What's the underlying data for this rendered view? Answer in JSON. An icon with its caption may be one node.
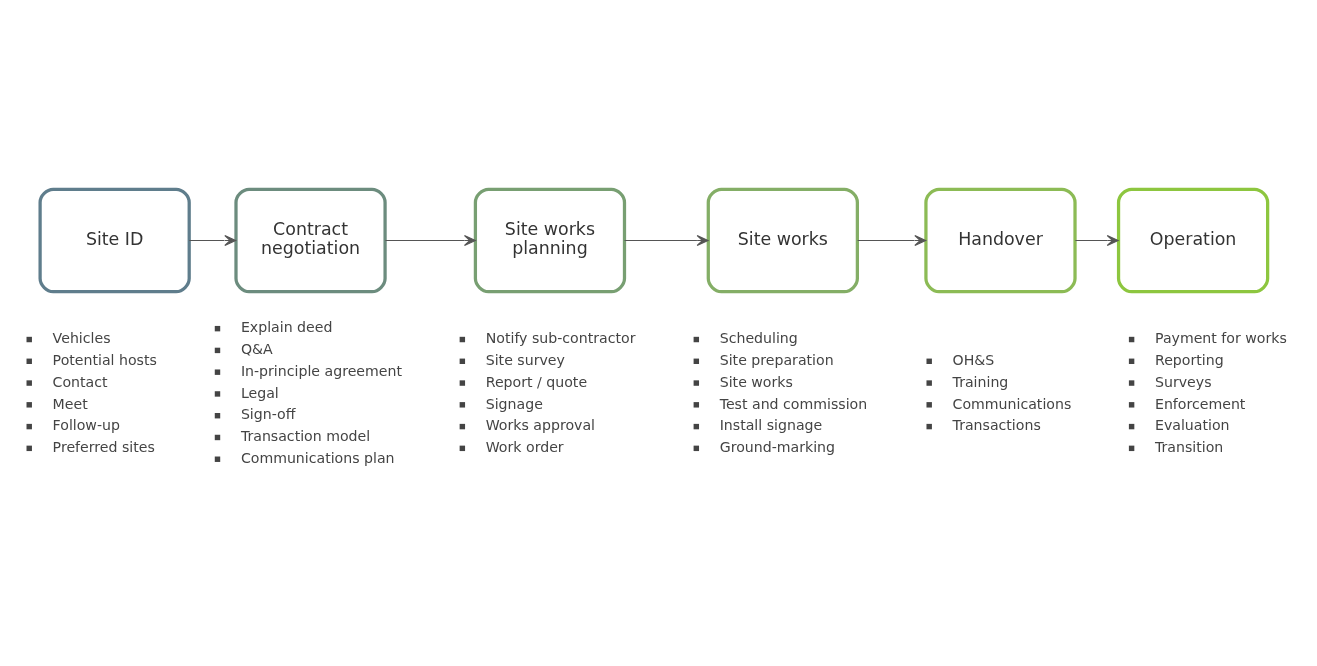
{
  "diagram": {
    "nodes": [
      {
        "text": [
          "Site ID"
        ],
        "beside": [
          "Vehicles",
          "Potential hosts",
          "Contact",
          "Meet",
          "Follow-up",
          "Preferred sites"
        ]
      },
      {
        "text": [
          "Contract negotiation"
        ],
        "beside": [
          "Explain deed",
          "Q&A",
          "In-principle agreement",
          "Legal",
          "Sign-off",
          "Transaction model",
          "Communications plan"
        ]
      },
      {
        "text": [
          "Site works planning"
        ],
        "beside": [
          "Notify sub-contractor",
          "Site survey",
          "Report / quote",
          "Signage",
          "Works approval",
          "Work order"
        ]
      },
      {
        "text": [
          "Site works"
        ],
        "beside": [
          "Scheduling",
          "Site preparation",
          "Site works",
          "Test and commission",
          "Install signage",
          "Ground-marking"
        ]
      },
      {
        "text": [
          "Handover"
        ],
        "beside": [
          "OH&S",
          "Training",
          "Communications",
          "Transactions"
        ]
      },
      {
        "text": [
          "Operation"
        ],
        "beside": [
          "Payment for works",
          "Reporting",
          "Surveys",
          "Enforcement",
          "Evaluation",
          "Transition"
        ]
      }
    ],
    "edges": [
      {
        "from": 0,
        "to": 1,
        "arrow": "to"
      },
      {
        "from": 1,
        "to": 2,
        "arrow": "to"
      },
      {
        "from": 2,
        "to": 3,
        "arrow": "to"
      },
      {
        "from": 3,
        "to": 4,
        "arrow": "to"
      },
      {
        "from": 4,
        "to": 5,
        "arrow": "to"
      }
    ]
  }
}
